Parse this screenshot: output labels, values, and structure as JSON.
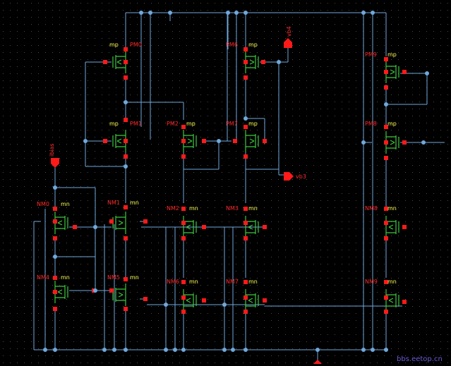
{
  "colors": {
    "background": "#000000",
    "wire": "#6fa8dc",
    "device": "#3cc83c",
    "pin": "#ff1a1a",
    "instance_label": "#ff2a2a",
    "model_label": "#ffff55",
    "grid_dot": "#4a4a4a"
  },
  "pins": {
    "ibias": "ibias",
    "vb4": "vb4",
    "vb3": "vb3"
  },
  "pmos": {
    "PM0": {
      "name": "PM0",
      "model": "mp"
    },
    "PM1": {
      "name": "PM1",
      "model": "mp"
    },
    "PM2": {
      "name": "PM2",
      "model": "mp"
    },
    "PM6": {
      "name": "PM6",
      "model": "mp"
    },
    "PM7": {
      "name": "PM7",
      "model": "mp"
    },
    "PM9": {
      "name": "PM9",
      "model": "mp"
    },
    "PM8": {
      "name": "PM8",
      "model": "mp"
    }
  },
  "nmos": {
    "NM0": {
      "name": "NM0",
      "model": "mn"
    },
    "NM1": {
      "name": "NM1",
      "model": "mn"
    },
    "NM2": {
      "name": "NM2",
      "model": "mn"
    },
    "NM3": {
      "name": "NM3",
      "model": "mn"
    },
    "NM8_top": {
      "name": "NM8",
      "model": "mn"
    },
    "NM4": {
      "name": "NM4",
      "model": "mn"
    },
    "NM5": {
      "name": "NM5",
      "model": "mn"
    },
    "NM6": {
      "name": "NM6",
      "model": "mn"
    },
    "NM7": {
      "name": "NM7",
      "model": "mn"
    },
    "NM9": {
      "name": "NM9",
      "model": "mn"
    }
  },
  "watermark": "bbs.eetop.cn"
}
